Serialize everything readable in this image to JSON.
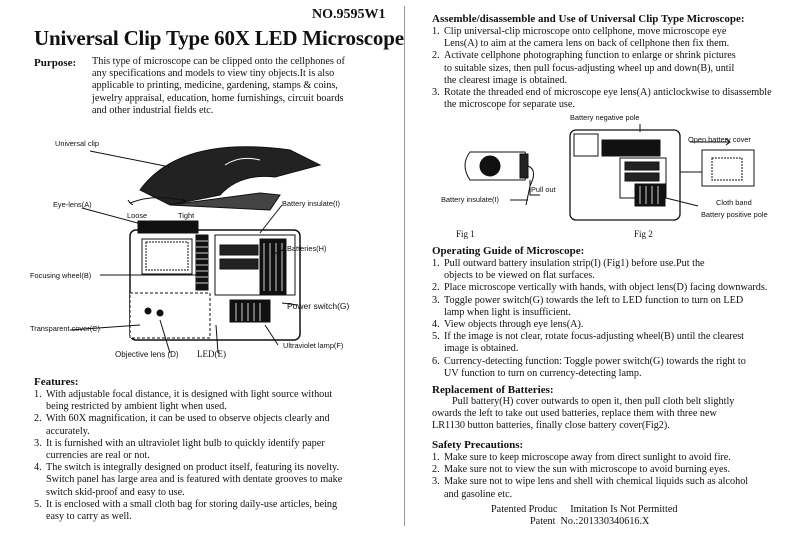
{
  "left": {
    "model_no": "NO.9595W1",
    "title": "Universal Clip Type 60X LED Microscope",
    "purpose_label": "Purpose:",
    "purpose_lines": [
      "This type of microscope can be clipped onto the cellphones of",
      "any specifications and models to view tiny objects.It is also",
      "applicable to printing, medicine, gardening, stamps & coins,",
      "jewelry appraisal, education, home furnishings, circuit boards",
      "and other industrial fields etc."
    ],
    "diagram_labels": {
      "universal_clip": "Universal clip",
      "eye_lens": "Eye-lens(A)",
      "loose": "Loose",
      "tight": "Tight",
      "battery_insulate": "Battery insulate(I)",
      "batteries": "Batteries(H)",
      "focusing_wheel": "Focusing wheel(B)",
      "power_switch": "Power switch(G)",
      "transparent_cover": "Transparent cover(C)",
      "uv_lamp": "Ultraviolet lamp(F)",
      "objective_lens": "Objective lens (D)",
      "led": "LED(E)"
    },
    "features_title": "Features:",
    "features": [
      {
        "n": "1.",
        "lines": [
          "With adjustable focal distance, it is designed with light source without",
          "being restricted by ambient light when used."
        ]
      },
      {
        "n": "2.",
        "lines": [
          "With 60X magnification, it can be used to observe objects clearly and",
          "accurately."
        ]
      },
      {
        "n": "3.",
        "lines": [
          "It is furnished with an ultraviolet light bulb to quickly identify paper",
          "currencies are real or not."
        ]
      },
      {
        "n": "4.",
        "lines": [
          "The switch is integrally designed on product itself, featuring its novelty.",
          "Switch panel has large area and is featured with dentate grooves to make",
          "switch skid-proof and easy to use."
        ]
      },
      {
        "n": "5.",
        "lines": [
          "It is enclosed with a small cloth bag for storing daily-use articles, being",
          "easy to carry as well."
        ]
      }
    ]
  },
  "right": {
    "assemble_title": "Assemble/disassemble and Use of Universal Clip Type Microscope:",
    "assemble": [
      {
        "n": "1.",
        "lines": [
          "Clip universal-clip microscope onto cellphone, move microscope eye",
          "Lens(A) to aim at the camera lens on back of cellphone then fix them."
        ]
      },
      {
        "n": "2.",
        "lines": [
          "Activate cellphone photographing function to enlarge or shrink pictures",
          "to suitable sizes, then pull focus-adjusting wheel up and down(B), until",
          "the clearest image is obtained."
        ]
      },
      {
        "n": "3.",
        "lines": [
          "Rotate the threaded end of microscope eye lens(A) anticlockwise to disassemble",
          "the microscope for separate use."
        ]
      }
    ],
    "fig_labels": {
      "battery_negative_pole": "Battery negative pole",
      "open_battery_cover": "Open battery cover",
      "pull_out": "Pull out",
      "battery_insulate": "Battery insulate(I)",
      "cloth_band": "Cloth band",
      "battery_positive_pole": "Battery positive pole",
      "fig1": "Fig 1",
      "fig2": "Fig 2"
    },
    "operating_title": "Operating Guide of Microscope:",
    "operating": [
      {
        "n": "1.",
        "lines": [
          "Pull outward battery insulation strip(I) (Fig1) before use.Put the",
          "objects to be viewed on flat surfaces."
        ]
      },
      {
        "n": "2.",
        "lines": [
          "Place microscope vertically with hands, with object lens(D) facing downwards."
        ]
      },
      {
        "n": "3.",
        "lines": [
          "Toggle power switch(G) towards the left to LED function to turn on LED",
          "lamp when light is insufficient."
        ]
      },
      {
        "n": "4.",
        "lines": [
          "View objects through eye lens(A)."
        ]
      },
      {
        "n": "5.",
        "lines": [
          "If the image is not clear, rotate focus-adjusting wheel(B) until the clearest",
          "image is obtained."
        ]
      },
      {
        "n": "6.",
        "lines": [
          "Currency-detecting function: Toggle power switch(G) towards the right to",
          "UV function to turn on currency-detecting lamp."
        ]
      }
    ],
    "replacement_title": "Replacement of Batteries:",
    "replacement_lines": [
      "Pull battery(H) cover outwards to open it, then pull cloth belt slightly",
      "owards the left to take out used batteries, replace them with three new",
      "LR1130 button batteries, finally close battery cover(Fig2)."
    ],
    "safety_title": "Safety Precautions:",
    "safety": [
      {
        "n": "1.",
        "lines": [
          "Make sure to keep microscope away from direct sunlight to avoid fire."
        ]
      },
      {
        "n": "2.",
        "lines": [
          "Make sure not to view the sun with microscope to avoid burning eyes."
        ]
      },
      {
        "n": "3.",
        "lines": [
          "Make sure not to wipe lens and shell with chemical liquids such as alcohol",
          "and gasoline etc."
        ]
      }
    ],
    "footer_line1": "Patented Produc     Imitation Is Not Permitted",
    "footer_line2": "Patent  No.:201330340616.X"
  }
}
